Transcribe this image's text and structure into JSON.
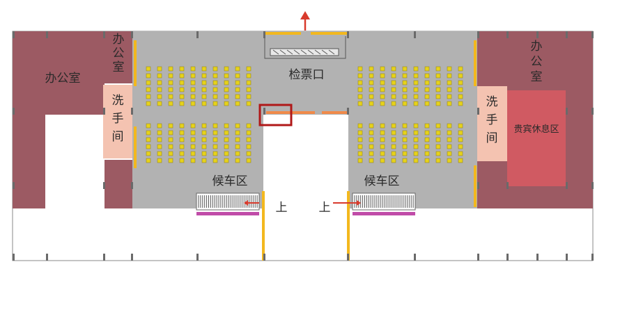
{
  "labels": {
    "office_left": "办公室",
    "office_left2": "办公室",
    "office_right": "办公室",
    "restroom_left": "洗手间",
    "restroom_right": "洗手间",
    "ticket_gate": "检票口",
    "waiting_left": "候车区",
    "waiting_right": "候车区",
    "vip_lounge": "贵宾休息区",
    "up_left": "上",
    "up_right": "上"
  },
  "colors": {
    "office": "#9c5a63",
    "office_light": "#a86a72",
    "restroom": "#f4c3b1",
    "vip": "#d05a62",
    "hall": "#b2b2b2",
    "seat": "#e6d21c",
    "door": "#f3b81e",
    "gate_bar": "#f08a4a",
    "highlight": "#b01818",
    "arrow": "#d83a2c",
    "stair_pink": "#c04ca8",
    "wall": "#6a6a6a"
  },
  "icons": {
    "exit": "up-arrow-icon",
    "stairs": "stairs-icon",
    "seats": "seat-icon"
  }
}
